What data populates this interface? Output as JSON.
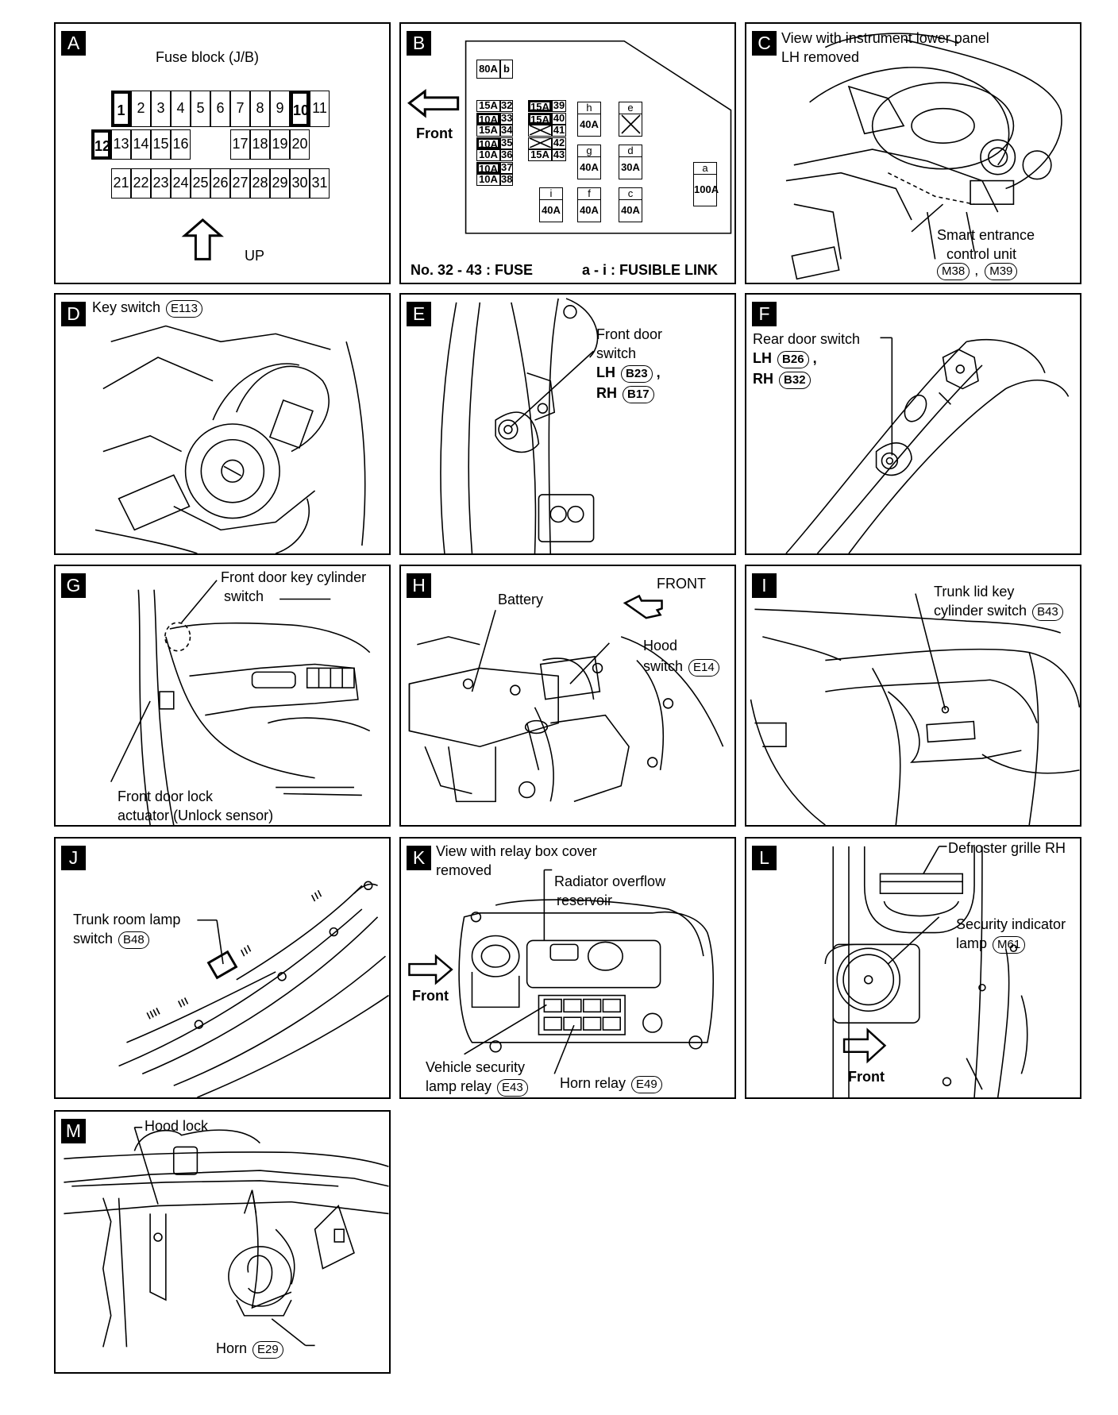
{
  "panels": {
    "A": {
      "tag": "A",
      "title": "Fuse block (J/B)",
      "up": "UP",
      "row1": [
        "1",
        "2",
        "3",
        "4",
        "5",
        "6",
        "7",
        "8",
        "9",
        "10",
        "11"
      ],
      "row2a": [
        "12",
        "13",
        "14",
        "15",
        "16"
      ],
      "row2b": [
        "17",
        "18",
        "19",
        "20"
      ],
      "row3": [
        "21",
        "22",
        "23",
        "24",
        "25",
        "26",
        "27",
        "28",
        "29",
        "30",
        "31"
      ]
    },
    "B": {
      "tag": "B",
      "front": "Front",
      "legend_left": "No. 32 - 43 : FUSE",
      "legend_right": "a - i : FUSIBLE LINK",
      "f80": "80A",
      "fb": "b",
      "c1": [
        {
          "a": "15A",
          "n": "32"
        },
        {
          "a": "10A",
          "n": "33"
        },
        {
          "a": "15A",
          "n": "34"
        },
        {
          "a": "10A",
          "n": "35"
        },
        {
          "a": "10A",
          "n": "36"
        },
        {
          "a": "10A",
          "n": "37"
        },
        {
          "a": "10A",
          "n": "38"
        }
      ],
      "c2": [
        {
          "a": "15A",
          "n": "39"
        },
        {
          "a": "15A",
          "n": "40"
        },
        {
          "a": "",
          "n": "41"
        },
        {
          "a": "",
          "n": "42"
        },
        {
          "a": "15A",
          "n": "43"
        }
      ],
      "links": [
        {
          "l": "h",
          "v": "40A"
        },
        {
          "l": "e",
          "v": ""
        },
        {
          "l": "g",
          "v": "40A"
        },
        {
          "l": "d",
          "v": "30A"
        },
        {
          "l": "a",
          "v": "100A"
        },
        {
          "l": "i",
          "v": "40A"
        },
        {
          "l": "f",
          "v": "40A"
        },
        {
          "l": "c",
          "v": "40A"
        }
      ]
    },
    "C": {
      "tag": "C",
      "l1": "View with instrument lower panel",
      "l2": "LH removed",
      "l3": "Smart entrance",
      "l4": "control unit",
      "c1": "M38",
      "sep": ",",
      "c2": "M39"
    },
    "D": {
      "tag": "D",
      "l1": "Key switch",
      "c1": "E113"
    },
    "E": {
      "tag": "E",
      "l1": "Front door",
      "l2": "switch",
      "l3": "LH",
      "c1": "B23",
      "sep": ",",
      "l4": "RH",
      "c2": "B17"
    },
    "F": {
      "tag": "F",
      "l1": "Rear door switch",
      "l2": "LH",
      "c1": "B26",
      "sep": ",",
      "l3": "RH",
      "c2": "B32"
    },
    "G": {
      "tag": "G",
      "l1": "Front door key cylinder",
      "l2": "switch",
      "l3": "Front door lock",
      "l4": "actuator (Unlock sensor)"
    },
    "H": {
      "tag": "H",
      "l1": "Battery",
      "l2": "FRONT",
      "l3": "Hood",
      "l4": "switch",
      "c1": "E14"
    },
    "I": {
      "tag": "I",
      "l1": "Trunk lid key",
      "l2": "cylinder switch",
      "c1": "B43"
    },
    "J": {
      "tag": "J",
      "l1": "Trunk room lamp",
      "l2": "switch",
      "c1": "B48"
    },
    "K": {
      "tag": "K",
      "l1": "View with relay box cover",
      "l2": "removed",
      "l3": "Radiator overflow",
      "l4": "reservoir",
      "l5": "Front",
      "l6": "Vehicle security",
      "l7": "lamp relay",
      "c1": "E43",
      "l8": "Horn relay",
      "c2": "E49"
    },
    "L": {
      "tag": "L",
      "l1": "Defroster grille RH",
      "l2": "Security indicator",
      "l3": "lamp",
      "c1": "M61",
      "l4": "Front"
    },
    "M": {
      "tag": "M",
      "l1": "Hood lock",
      "l2": "Horn",
      "c1": "E29"
    }
  }
}
